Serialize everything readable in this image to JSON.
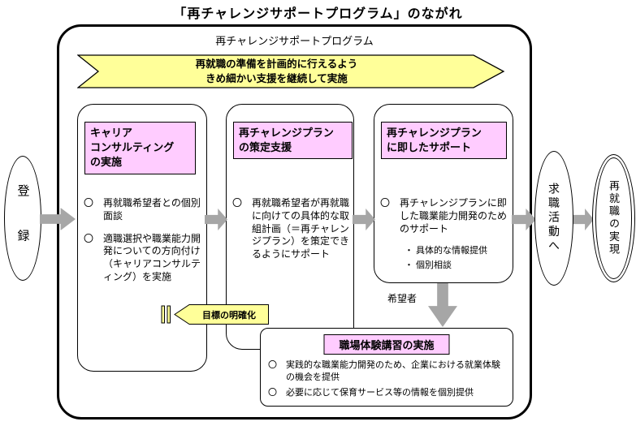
{
  "title": "「再チャレンジサポートプログラム」のながれ",
  "program": {
    "label": "再チャレンジサポートプログラム",
    "banner_line1": "再就職の準備を計画的に行えるよう",
    "banner_line2": "きめ細かい支援を継続して実施"
  },
  "nodes": {
    "register": "登　録",
    "job_search": "求職活動へ",
    "reemployment": "再就職の実現"
  },
  "steps": [
    {
      "header": "キャリア\nコンサルティング\nの実施",
      "bullets": [
        "〇　再就職希望者との個別面談",
        "〇　適職選択や職業能力開発についての方向付け（キャリアコンサルティング）を実施"
      ]
    },
    {
      "header": "再チャレンジプラン\nの策定支援",
      "bullets": [
        "〇　再就職希望者が再就職に向けての具体的な取組計画（＝再チャレンジプラン）を策定できるようにサポート"
      ]
    },
    {
      "header": "再チャレンジプラン\nに即したサポート",
      "bullets": [
        "〇　再チャレンジプランに即した職業能力開発のためのサポート"
      ],
      "sub_bullets": [
        "・ 具体的な情報提供",
        "・ 個別相談"
      ]
    }
  ],
  "goal_banner": "目標の明確化",
  "applicant_label": "希望者",
  "training_box": {
    "header": "職場体験講習の実施",
    "bullets": [
      "〇　実践的な職業能力開発のため、企業における就業体験の機会を提供",
      "〇　必要に応じて保育サービス等の情報を個別提供"
    ]
  },
  "colors": {
    "pink": "#FFCCFF",
    "yellow": "#FFFF99",
    "arrow": "#A6A6A6"
  }
}
